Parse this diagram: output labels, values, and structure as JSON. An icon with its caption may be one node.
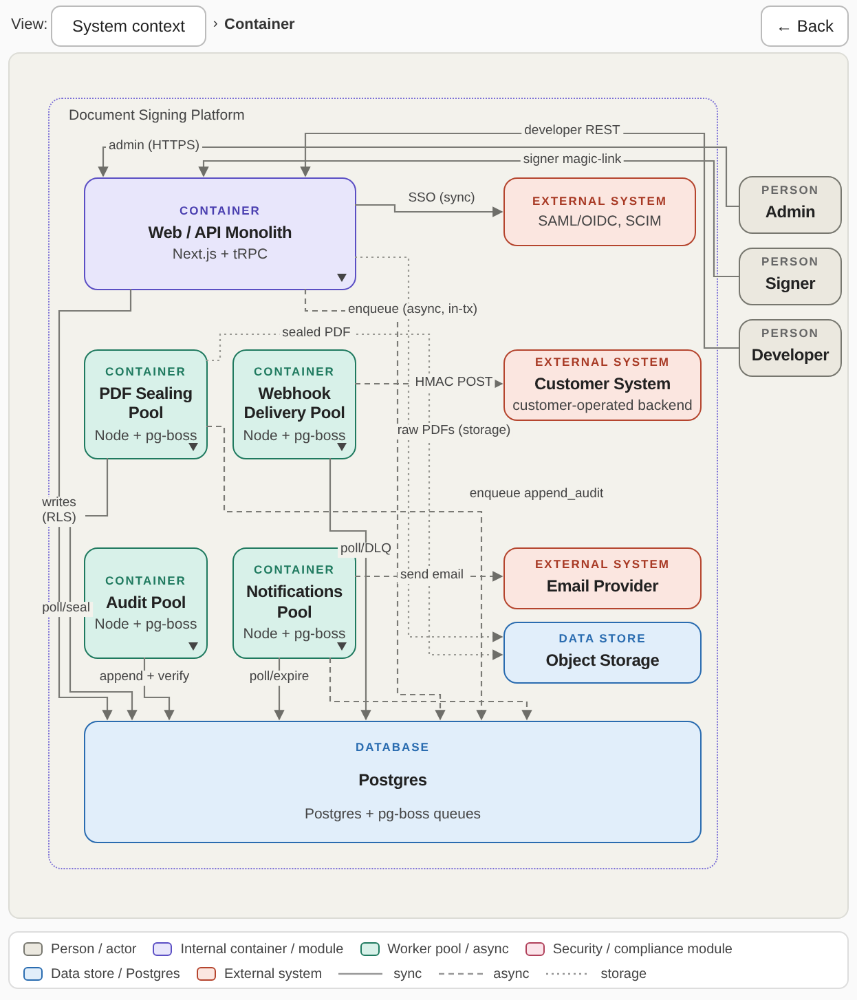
{
  "diagram": {
    "nodes": [
      {
        "text": [
          "Document Signing Platform"
        ]
      },
      {
        "text": [
          "CONTAINER",
          "Web / API Monolith",
          "Next.js + tRPC"
        ],
        "in": 0
      },
      {
        "text": [
          "EXTERNAL SYSTEM",
          "SAML/OIDC, SCIM"
        ],
        "in": 0
      },
      {
        "text": [
          "PERSON",
          "Admin"
        ]
      },
      {
        "text": [
          "PERSON",
          "Signer"
        ]
      },
      {
        "text": [
          "PERSON",
          "Developer"
        ]
      },
      {
        "text": [
          "CONTAINER",
          "PDF Sealing Pool",
          "Node + pg-boss"
        ],
        "in": 0
      },
      {
        "text": [
          "CONTAINER",
          "Webhook Delivery Pool",
          "Node + pg-boss"
        ],
        "in": 0
      },
      {
        "text": [
          "EXTERNAL SYSTEM",
          "Customer System",
          "customer-operated backend"
        ],
        "in": 0
      },
      {
        "text": [
          "CONTAINER",
          "Audit Pool",
          "Node + pg-boss"
        ],
        "in": 0
      },
      {
        "text": [
          "CONTAINER",
          "Notifications Pool",
          "Node + pg-boss"
        ],
        "in": 0
      },
      {
        "text": [
          "EXTERNAL SYSTEM",
          "Email Provider"
        ],
        "in": 0
      },
      {
        "text": [
          "DATA STORE",
          "Object Storage"
        ],
        "in": 0
      },
      {
        "text": [
          "DATABASE",
          "Postgres",
          "Postgres + pg-boss queues"
        ],
        "in": 0
      }
    ],
    "edges": [
      {
        "from": 3,
        "to": 1,
        "arrow": "to",
        "label": "admin (HTTPS)"
      },
      {
        "from": 4,
        "to": 1,
        "arrow": "to",
        "label": "signer magic-link"
      },
      {
        "from": 5,
        "to": 1,
        "arrow": "to",
        "label": "developer REST"
      },
      {
        "from": 1,
        "to": 2,
        "arrow": "to",
        "label": "SSO (sync)"
      },
      {
        "from": 1,
        "to": 13,
        "arrow": "to",
        "label": "writes (RLS)"
      },
      {
        "from": 1,
        "to": 13,
        "arrow": "to",
        "label": "enqueue (async, in-tx)",
        "style": "dashed"
      },
      {
        "from": 1,
        "to": 12,
        "arrow": "to",
        "label": "raw PDFs (storage)",
        "style": "dashed",
        "color": "#9a9a94"
      },
      {
        "from": 6,
        "to": 12,
        "arrow": "to",
        "label": "sealed PDF",
        "style": "dashed",
        "color": "#9a9a94"
      },
      {
        "from": 6,
        "to": 13,
        "arrow": "to",
        "label": "poll/seal"
      },
      {
        "from": 6,
        "to": 13,
        "arrow": "to",
        "label": "enqueue append_audit",
        "style": "dashed"
      },
      {
        "from": 7,
        "to": 8,
        "arrow": "to",
        "label": "HMAC POST",
        "style": "dashed"
      },
      {
        "from": 7,
        "to": 13,
        "arrow": "to",
        "label": "poll/DLQ"
      },
      {
        "from": 9,
        "to": 13,
        "arrow": "to",
        "label": "append + verify"
      },
      {
        "from": 10,
        "to": 13,
        "arrow": "to",
        "label": "poll/expire"
      },
      {
        "from": 10,
        "to": 11,
        "arrow": "to",
        "label": "send email",
        "style": "dashed"
      },
      {
        "from": 10,
        "to": 13,
        "arrow": "to",
        "style": "dashed"
      }
    ],
    "labels": [
      "View:",
      "System context",
      "›",
      "Container",
      "← Back"
    ],
    "legend": [
      {
        "text": "Person / actor",
        "color": "#ebe8df"
      },
      {
        "text": "Internal container / module",
        "color": "#e8e6fb"
      },
      {
        "text": "Worker pool / async",
        "color": "#d8f1e9"
      },
      {
        "text": "Security / compliance module",
        "color": "#fbe4ea"
      },
      {
        "text": "Data store / Postgres",
        "color": "#e1eefa"
      },
      {
        "text": "External system",
        "color": "#fbe6e0"
      },
      {
        "text": "sync"
      },
      {
        "text": "async"
      },
      {
        "text": "storage"
      }
    ]
  }
}
